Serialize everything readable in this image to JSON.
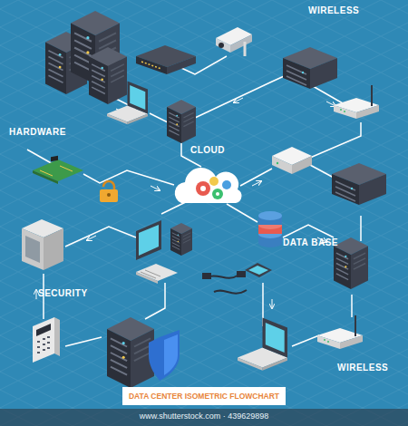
{
  "diagram": {
    "title": "DATA CENTER ISOMETRIC FLOWCHART",
    "labels": [
      "WIRELESS",
      "HARDWARE",
      "CLOUD",
      "DATA BASE",
      "SECURITY",
      "WIRELESS",
      "www.shutterstock.com · 439629898"
    ]
  }
}
